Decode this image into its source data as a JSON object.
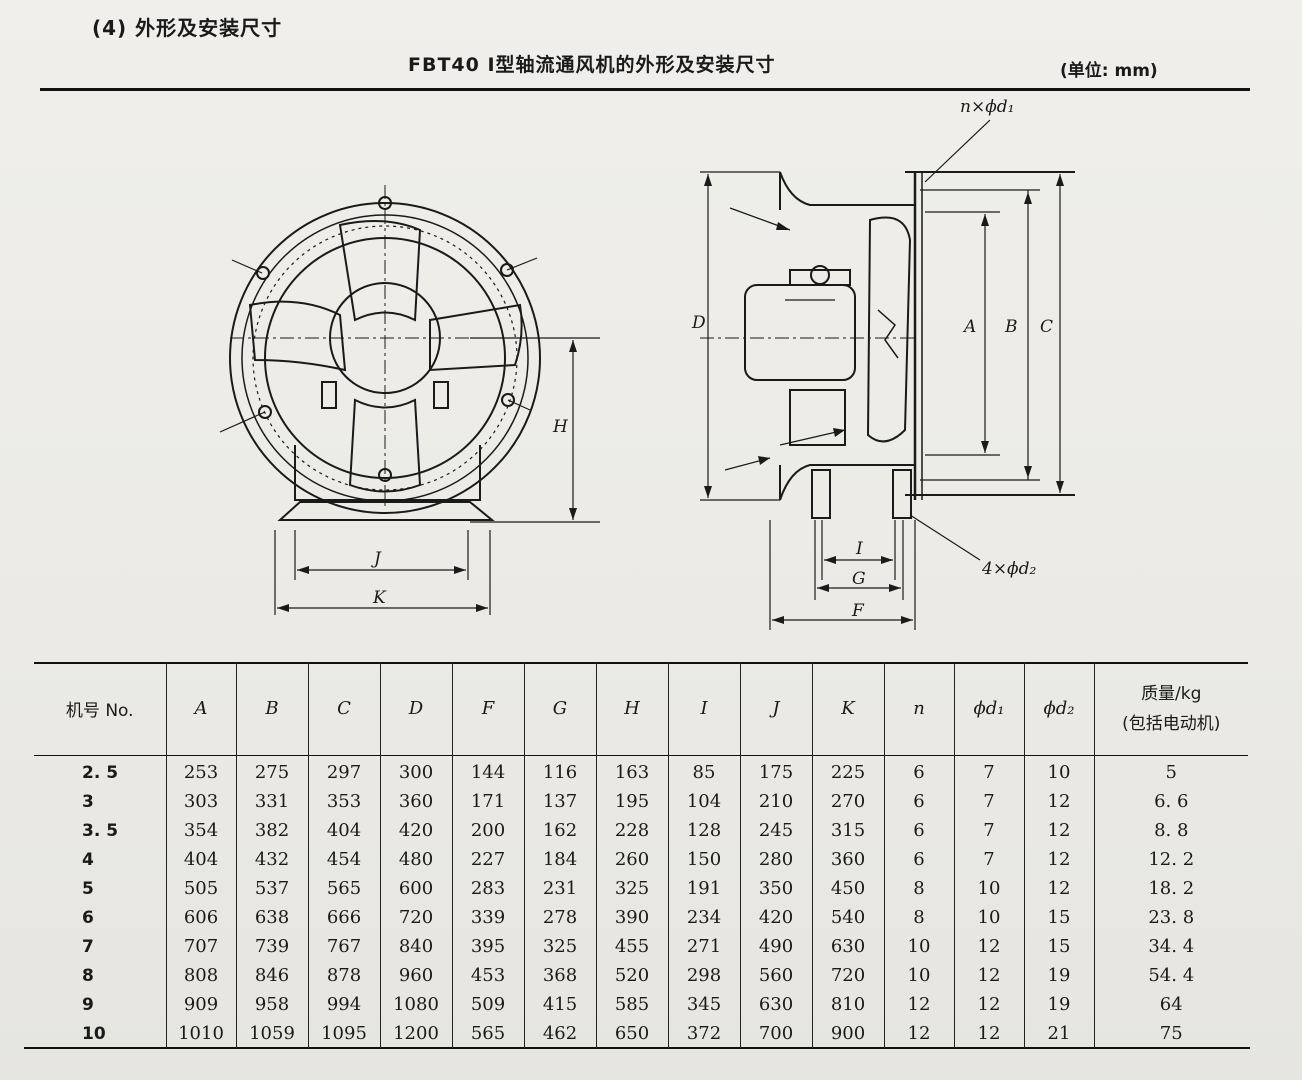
{
  "section_title": "(4) 外形及安装尺寸",
  "table_caption": "FBT40 Ⅰ型轴流通风机的外形及安装尺寸",
  "unit": "(单位: mm)",
  "drawing_labels": {
    "J": "J",
    "K": "K",
    "H": "H",
    "D": "D",
    "A": "A",
    "B": "B",
    "C": "C",
    "I": "I",
    "G": "G",
    "F": "F",
    "n_d1": "n×ϕd₁",
    "four_d2": "4×ϕd₂"
  },
  "table": {
    "headers": [
      "机号 No.",
      "A",
      "B",
      "C",
      "D",
      "F",
      "G",
      "H",
      "I",
      "J",
      "K",
      "n",
      "ϕd₁",
      "ϕd₂"
    ],
    "mass_header": [
      "质量/kg",
      "(包括电动机)"
    ],
    "rows": [
      [
        "2. 5",
        "253",
        "275",
        "297",
        "300",
        "144",
        "116",
        "163",
        "85",
        "175",
        "225",
        "6",
        "7",
        "10",
        "5"
      ],
      [
        "3",
        "303",
        "331",
        "353",
        "360",
        "171",
        "137",
        "195",
        "104",
        "210",
        "270",
        "6",
        "7",
        "12",
        "6. 6"
      ],
      [
        "3. 5",
        "354",
        "382",
        "404",
        "420",
        "200",
        "162",
        "228",
        "128",
        "245",
        "315",
        "6",
        "7",
        "12",
        "8. 8"
      ],
      [
        "4",
        "404",
        "432",
        "454",
        "480",
        "227",
        "184",
        "260",
        "150",
        "280",
        "360",
        "6",
        "7",
        "12",
        "12. 2"
      ],
      [
        "5",
        "505",
        "537",
        "565",
        "600",
        "283",
        "231",
        "325",
        "191",
        "350",
        "450",
        "8",
        "10",
        "12",
        "18. 2"
      ],
      [
        "6",
        "606",
        "638",
        "666",
        "720",
        "339",
        "278",
        "390",
        "234",
        "420",
        "540",
        "8",
        "10",
        "15",
        "23. 8"
      ],
      [
        "7",
        "707",
        "739",
        "767",
        "840",
        "395",
        "325",
        "455",
        "271",
        "490",
        "630",
        "10",
        "12",
        "15",
        "34. 4"
      ],
      [
        "8",
        "808",
        "846",
        "878",
        "960",
        "453",
        "368",
        "520",
        "298",
        "560",
        "720",
        "10",
        "12",
        "19",
        "54. 4"
      ],
      [
        "9",
        "909",
        "958",
        "994",
        "1080",
        "509",
        "415",
        "585",
        "345",
        "630",
        "810",
        "12",
        "12",
        "19",
        "64"
      ],
      [
        "10",
        "1010",
        "1059",
        "1095",
        "1200",
        "565",
        "462",
        "650",
        "372",
        "700",
        "900",
        "12",
        "12",
        "21",
        "75"
      ]
    ]
  },
  "colors": {
    "paper": "#ecebe6",
    "ink": "#1a1a1a"
  }
}
